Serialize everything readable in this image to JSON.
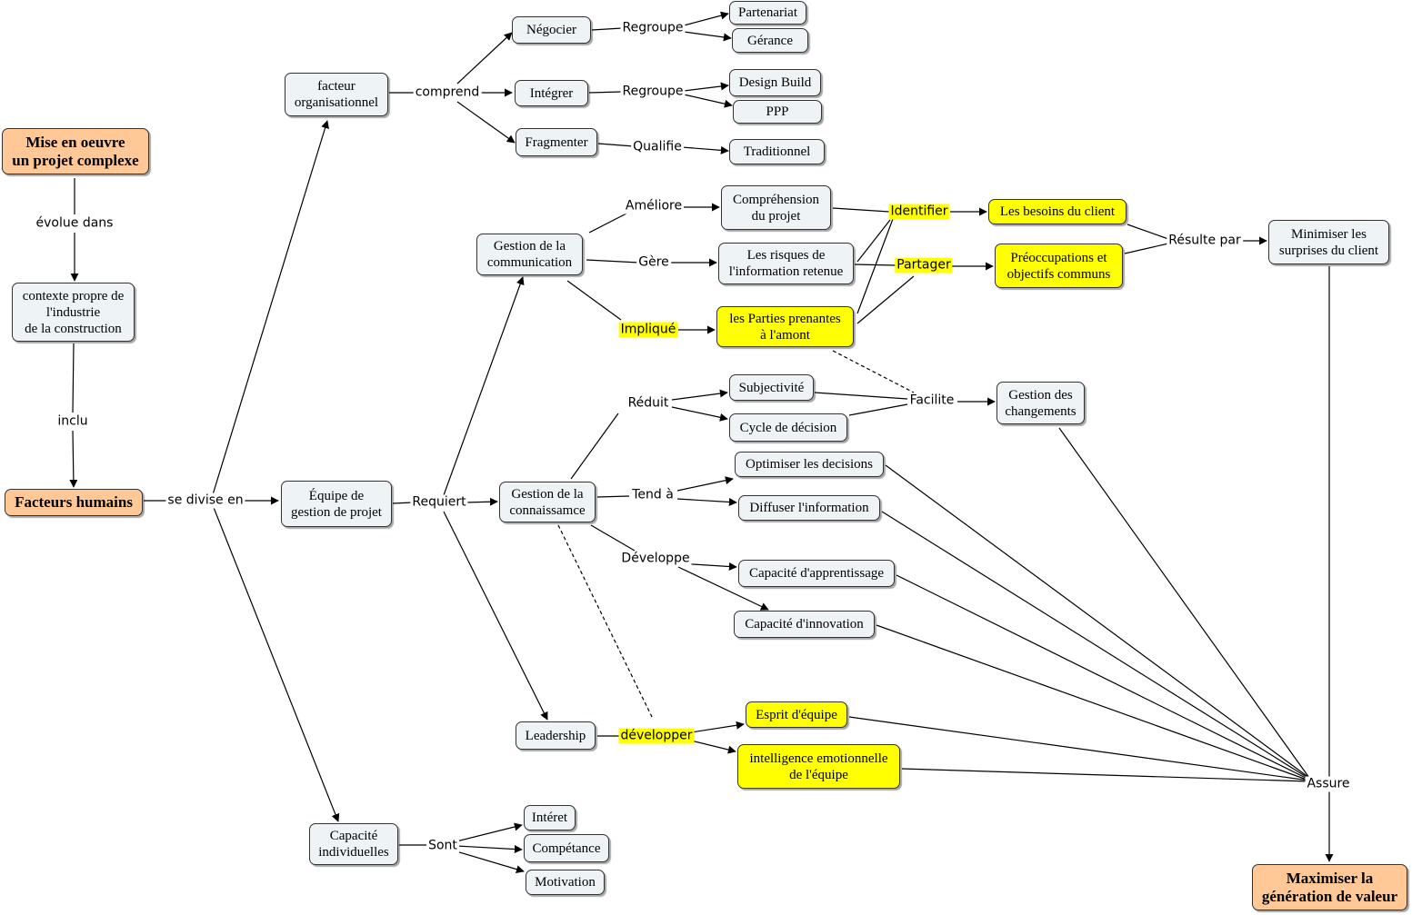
{
  "nodes": {
    "mise": "Mise en oeuvre\nun projet complexe",
    "contexte": "contexte propre de\nl'industrie\nde la construction",
    "facteurs": "Facteurs humains",
    "facteur_org": "facteur\norganisationnel",
    "equipe": "Équipe de\ngestion de projet",
    "capacite_ind": "Capacité\nindividuelles",
    "negocier": "Négocier",
    "integrer": "Intégrer",
    "fragmenter": "Fragmenter",
    "partenariat": "Partenariat",
    "gerance": "Gérance",
    "design_build": "Design Build",
    "ppp": "PPP",
    "traditionnel": "Traditionnel",
    "gestion_comm": "Gestion de la\ncommunication",
    "comprehension": "Compréhension\ndu projet",
    "risques": "Les risques de\nl'information retenue",
    "parties": "les Parties prenantes\nà l'amont",
    "besoins": "Les besoins du client",
    "preoccupations": "Préoccupations et\nobjectifs  communs",
    "minimiser": "Minimiser les\nsurprises du client",
    "gestion_conn": "Gestion de la\nconnaissamce",
    "subjectivite": "Subjectivité",
    "cycle": "Cycle de décision",
    "gestion_chang": "Gestion des\nchangements",
    "optimiser": "Optimiser les decisions",
    "diffuser": "Diffuser l'information",
    "cap_app": "Capacité d'apprentissage",
    "cap_inn": "Capacité d'innovation",
    "leadership": "Leadership",
    "esprit": "Esprit d'équipe",
    "intelligence": "intelligence emotionnelle\nde l'équipe",
    "interet": "Intéret",
    "competance": "Compétance",
    "motivation": "Motivation",
    "maximiser": "Maximiser la\ngénération de valeur"
  },
  "links": {
    "evolue": "évolue dans",
    "inclu": "inclu",
    "se_divise": "se divise en",
    "comprend": "comprend",
    "regroupe1": "Regroupe",
    "regroupe2": "Regroupe",
    "qualifie": "Qualifie",
    "requiert": "Requiert",
    "ameliore": "Améliore",
    "gere": "Gère",
    "implique": "Impliqué",
    "identifier": "Identifier",
    "partager": "Partager",
    "resulte": "Résulte par",
    "reduit": "Réduit",
    "facilite": "Facilite",
    "tend": "Tend à",
    "developpe": "Développe",
    "developper": "développer",
    "sont": "Sont",
    "assure": "Assure"
  },
  "colors": {
    "node_fill": "#eef3f6",
    "root_fill": "#ffc896",
    "highlight_fill": "#ffff00",
    "line": "#000000"
  }
}
